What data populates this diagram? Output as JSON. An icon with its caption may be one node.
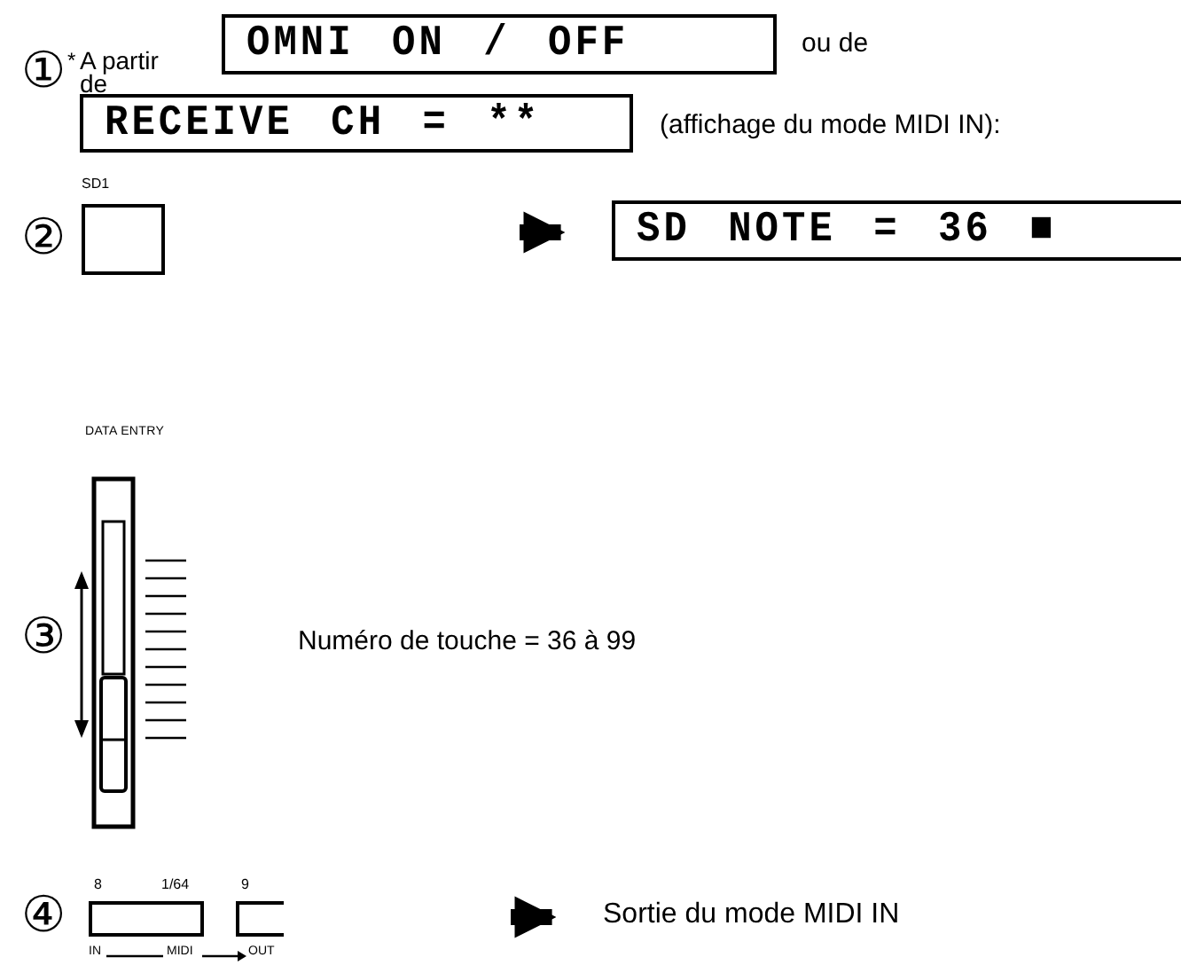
{
  "diagram": {
    "nodes": [
      {
        "text": [
          "OMNI ON / OFF"
        ]
      },
      {
        "text": [
          "RECEIVE CH = **"
        ]
      },
      {
        "text": [],
        "shape": "box",
        "beside": [
          "SD1"
        ]
      },
      {
        "text": [
          "SD NOTE = 36 ■"
        ]
      },
      {
        "text": [],
        "shape": "box",
        "beside": [
          "8",
          "1/64"
        ]
      },
      {
        "text": [],
        "shape": "box",
        "beside": [
          "9"
        ]
      },
      {
        "text": [
          "Sortie du mode MIDI IN"
        ]
      }
    ],
    "edges": [
      {
        "from": null,
        "to": 3,
        "arrow": "to"
      },
      {
        "from": null,
        "to": 6,
        "arrow": "to"
      }
    ],
    "labels": [
      "①",
      "*",
      "A partir de",
      "ou de",
      "(affichage du mode MIDI IN):",
      "②",
      "DATA ENTRY",
      "③",
      "Numéro de touche = 36 à 99",
      "④",
      "IN",
      "MIDI",
      "OUT"
    ]
  }
}
